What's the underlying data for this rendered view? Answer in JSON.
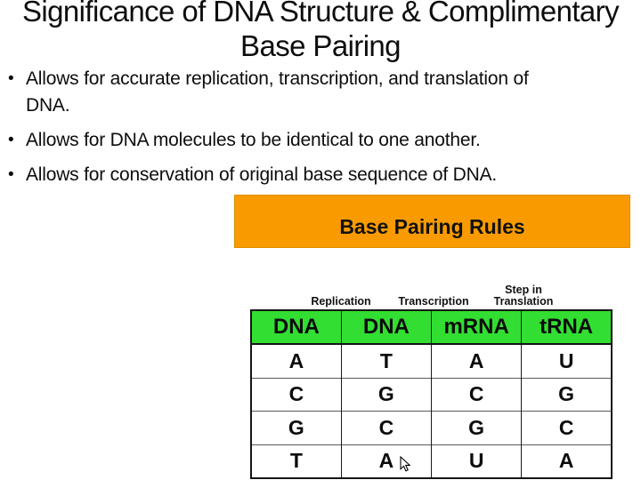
{
  "title": {
    "line1": "Significance of DNA Structure & Complimentary",
    "line2": "Base Pairing"
  },
  "bullets": [
    "Allows for accurate replication, transcription, and translation of DNA.",
    "Allows for DNA molecules to be identical to one another.",
    "Allows for conservation of original base sequence of DNA."
  ],
  "figure": {
    "banner": "Base Pairing Rules",
    "colors": {
      "banner_bg": "#F99B00",
      "banner_border": "#DE8E00",
      "header_bg": "#32DE32"
    },
    "process_labels": [
      "Replication",
      "Transcription",
      "Step in Translation"
    ],
    "table": {
      "headers": [
        "DNA",
        "DNA",
        "mRNA",
        "tRNA"
      ],
      "rows": [
        [
          "A",
          "T",
          "A",
          "U"
        ],
        [
          "C",
          "G",
          "C",
          "G"
        ],
        [
          "G",
          "C",
          "G",
          "C"
        ],
        [
          "T",
          "A",
          "U",
          "A"
        ]
      ]
    }
  },
  "cursor": "arrow-pointer"
}
